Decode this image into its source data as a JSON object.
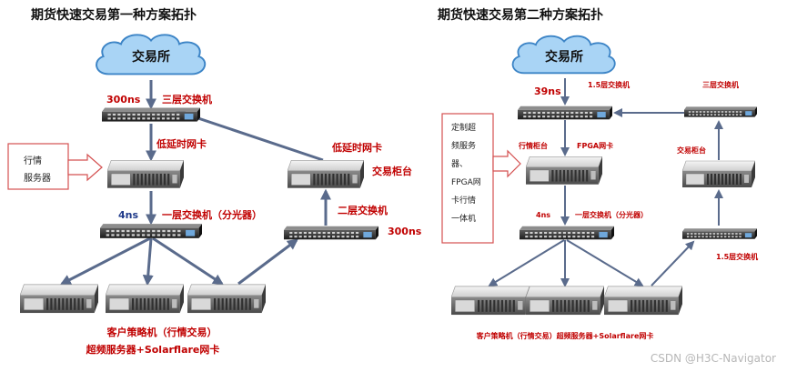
{
  "left": {
    "title": "期货快速交易第一种方案拓扑",
    "cloud": "交易所",
    "latency_300ns_top": "300ns",
    "l3_switch": "三层交换机",
    "low_latency_nic": "低延时网卡",
    "market_server_box": [
      "行情",
      "服务器"
    ],
    "latency_4ns": "4ns",
    "l1_switch": "一层交换机（分光器）",
    "low_latency_nic_right": "低延时网卡",
    "trading_cabinet": "交易柜台",
    "l2_switch": "二层交换机",
    "latency_300ns_right": "300ns",
    "client_label_1": "客户策略机（行情交易）",
    "client_label_2": "超频服务器+Solarflare网卡"
  },
  "right": {
    "title": "期货快速交易第二种方案拓扑",
    "cloud": "交易所",
    "latency_39ns": "39ns",
    "l15_switch_top": "1.5层交换机",
    "l3_switch": "三层交换机",
    "callout_box": [
      "定制超",
      "频服务",
      "器、",
      "FPGA网",
      "卡行情",
      "一体机"
    ],
    "market_cabinet": "行情柜台",
    "fpga_nic": "FPGA网卡",
    "trading_cabinet": "交易柜台",
    "latency_4ns": "4ns",
    "l1_switch": "一层交换机（分光器）",
    "l15_switch_bottom": "1.5层交换机",
    "client_label": "客户策略机（行情交易）超频服务器+Solarflare网卡"
  },
  "watermark": "CSDN @H3C-Navigator",
  "colors": {
    "label_red": "#c00000",
    "label_blue": "#1f3a8a",
    "link": "#5a6b8c",
    "cloud_fill": "#a9d4f5",
    "callout_border": "#d45050"
  }
}
